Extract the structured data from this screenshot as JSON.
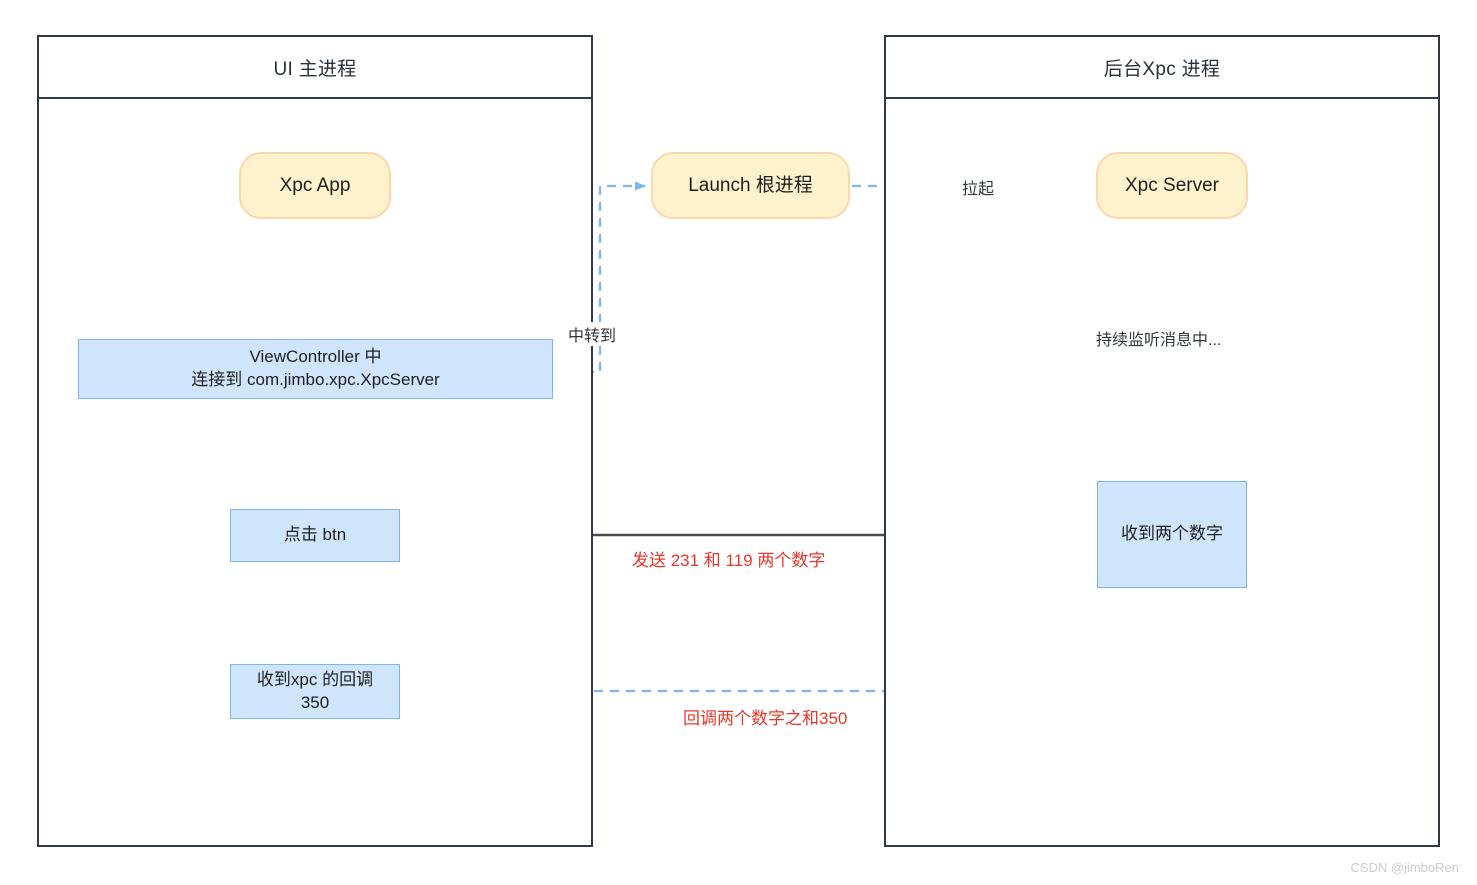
{
  "diagram": {
    "type": "flowchart",
    "colors": {
      "lane_border": "#2e3a46",
      "rounded_fill": "#fff2cc",
      "rounded_border": "#fbd7ab",
      "rect_fill": "#cfe5fb",
      "rect_border": "#81b2e8",
      "solid_arrow": "#4d4d4d",
      "dashed_arrow": "#7eb6ef",
      "label_red": "#e8372a",
      "label_dark": "#30363c",
      "watermark": "#c9ccd1"
    },
    "lanes": [
      {
        "id": "ui-main-process",
        "title": "UI 主进程"
      },
      {
        "id": "background-xpc-process",
        "title": "后台Xpc 进程"
      }
    ],
    "nodes": [
      {
        "id": "xpc-app",
        "shape": "rounded",
        "label": "Xpc App"
      },
      {
        "id": "launch-root-process",
        "shape": "rounded",
        "label": "Launch 根进程"
      },
      {
        "id": "xpc-server",
        "shape": "rounded",
        "label": "Xpc Server"
      },
      {
        "id": "view-controller",
        "shape": "rect",
        "label": "ViewController  中\n连接到 com.jimbo.xpc.XpcServer"
      },
      {
        "id": "click-btn",
        "shape": "rect",
        "label": "点击 btn"
      },
      {
        "id": "receive-two-numbers",
        "shape": "rect",
        "label": "收到两个数字"
      },
      {
        "id": "receive-xpc-callback",
        "shape": "rect",
        "label": "收到xpc 的回调\n350"
      }
    ],
    "edge_labels": {
      "relay_to": "中转到",
      "pull_up": "拉起",
      "listening": "持续监听消息中...",
      "send_numbers": "发送 231 和 119 两个数字",
      "callback_sum": "回调两个数字之和350"
    },
    "watermark": "CSDN @jimboRen"
  }
}
